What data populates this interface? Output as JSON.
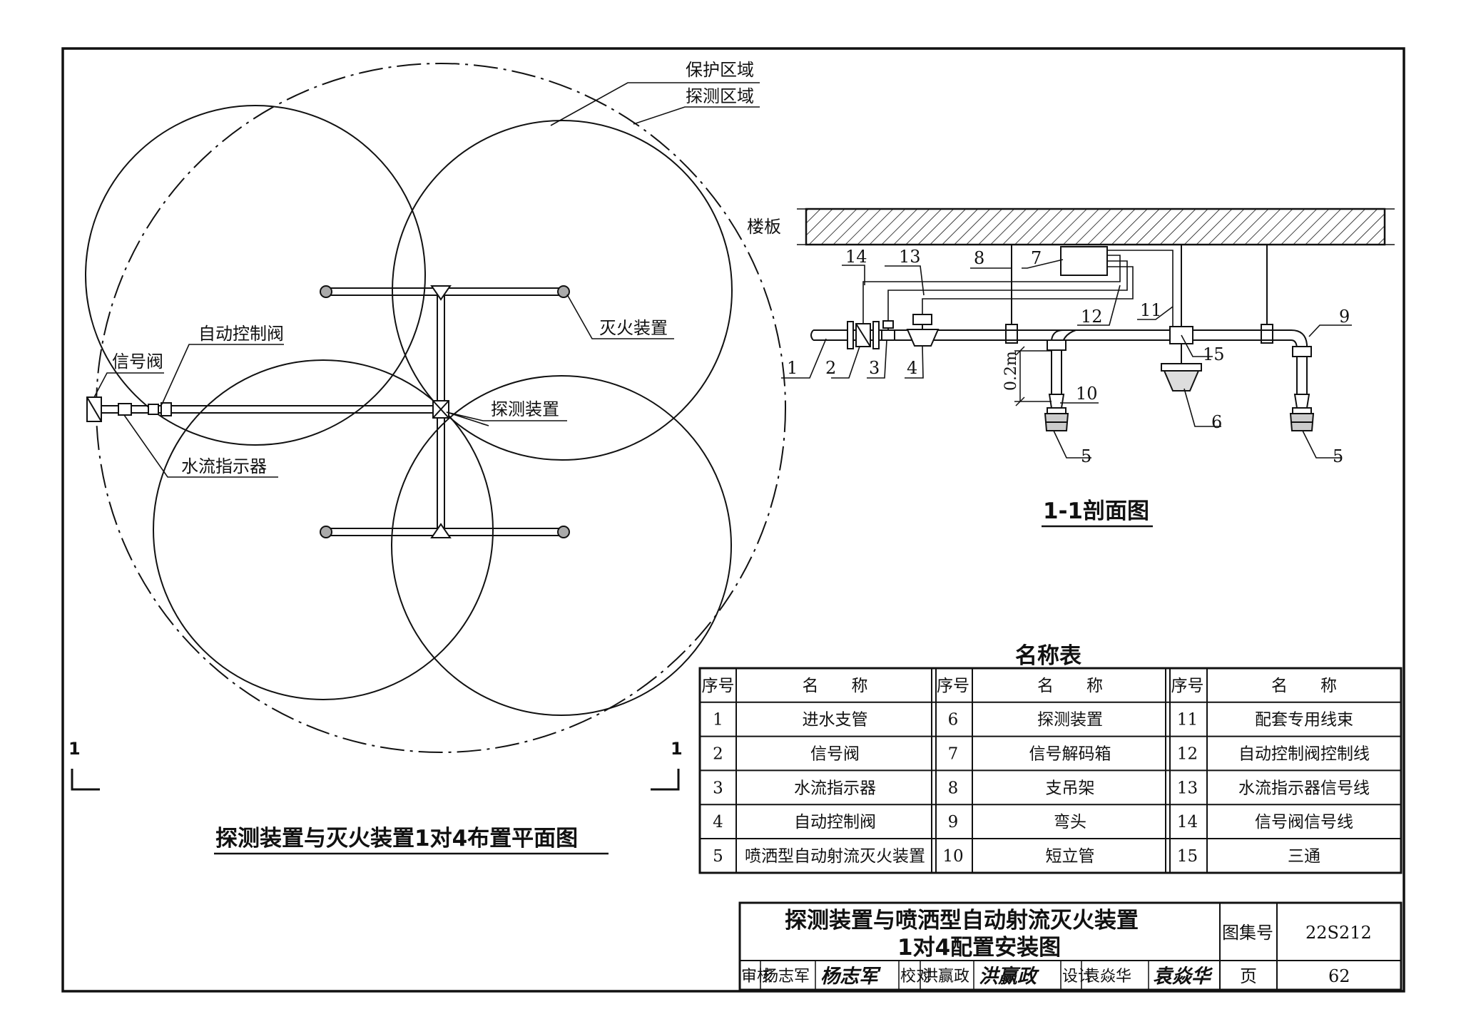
{
  "plan": {
    "title": "探测装置与灭火装置1对4布置平面图",
    "labels": {
      "protect_zone": "保护区域",
      "detect_zone": "探测区域",
      "auto_valve": "自动控制阀",
      "signal_valve": "信号阀",
      "flow_indicator": "水流指示器",
      "extinguisher": "灭火装置",
      "detector": "探测装置"
    },
    "section_mark": "1"
  },
  "section": {
    "title": "1-1剖面图",
    "floor_label": "楼板",
    "dim_label": "0.2m",
    "callouts": [
      "1",
      "2",
      "3",
      "4",
      "5",
      "5",
      "6",
      "7",
      "8",
      "9",
      "10",
      "11",
      "12",
      "13",
      "14",
      "15"
    ]
  },
  "table": {
    "title": "名称表",
    "header_no": "序号",
    "header_name": "名　　称",
    "rows": [
      {
        "no": "1",
        "name": "进水支管"
      },
      {
        "no": "2",
        "name": "信号阀"
      },
      {
        "no": "3",
        "name": "水流指示器"
      },
      {
        "no": "4",
        "name": "自动控制阀"
      },
      {
        "no": "5",
        "name": "喷洒型自动射流灭火装置"
      },
      {
        "no": "6",
        "name": "探测装置"
      },
      {
        "no": "7",
        "name": "信号解码箱"
      },
      {
        "no": "8",
        "name": "支吊架"
      },
      {
        "no": "9",
        "name": "弯头"
      },
      {
        "no": "10",
        "name": "短立管"
      },
      {
        "no": "11",
        "name": "配套专用线束"
      },
      {
        "no": "12",
        "name": "自动控制阀控制线"
      },
      {
        "no": "13",
        "name": "水流指示器信号线"
      },
      {
        "no": "14",
        "name": "信号阀信号线"
      },
      {
        "no": "15",
        "name": "三通"
      }
    ]
  },
  "titleblock": {
    "title_line1": "探测装置与喷洒型自动射流灭火装置",
    "title_line2": "1对4配置安装图",
    "atlas_label": "图集号",
    "atlas_no": "22S212",
    "page_label": "页",
    "page_no": "62",
    "review_label": "审核",
    "reviewer": "杨志军",
    "reviewer_sig": "杨志军",
    "check_label": "校对",
    "checker": "洪赢政",
    "checker_sig": "洪赢政",
    "design_label": "设计",
    "designer": "袁焱华",
    "designer_sig": "袁焱华"
  }
}
